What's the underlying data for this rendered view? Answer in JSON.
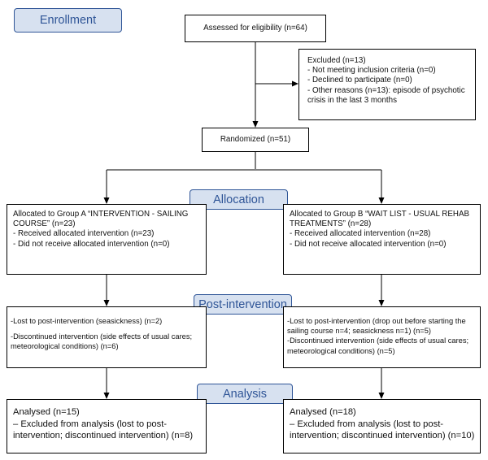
{
  "stages": {
    "enrollment": "Enrollment",
    "allocation": "Allocation",
    "post_intervention": "Post-intervention",
    "analysis": "Analysis"
  },
  "assessed": "Assessed for eligibility (n=64)",
  "excluded": {
    "title": "Excluded  (n=13)",
    "lines": [
      "- Not meeting inclusion criteria (n=0)",
      "- Declined to participate (n=0)",
      "- Other reasons (n=13): episode of psychotic",
      "crisis in the last 3 months"
    ]
  },
  "randomized": "Randomized (n=51)",
  "group_a": {
    "allocation": [
      "Allocated to Group A “INTERVENTION - SAILING",
      "COURSE” (n=23)",
      "- Received allocated intervention (n=23)",
      "- Did not receive allocated intervention (n=0)"
    ],
    "post": {
      "lost": "-Lost to post-intervention (seasickness) (n=2)",
      "discontinued": [
        "-Discontinued intervention (side effects of usual cares;",
        "meteorological conditions) (n=6)"
      ]
    },
    "analysis": [
      "Analysed  (n=15)",
      "– Excluded from analysis (lost to post-",
      "intervention; discontinued intervention) (n=8)"
    ]
  },
  "group_b": {
    "allocation": [
      "Allocated to Group B “WAIT LIST - USUAL REHAB",
      "TREATMENTS” (n=28)",
      "- Received allocated intervention (n=28)",
      "- Did not receive allocated intervention (n=0)"
    ],
    "post": [
      "-Lost to post-intervention  (drop out before starting the",
      "sailing course n=4; seasickness n=1) (n=5)",
      "-Discontinued intervention (side effects of usual cares;",
      "meteorological conditions) (n=5)"
    ],
    "analysis": [
      "Analysed  (n=18)",
      "– Excluded from analysis (lost to post-",
      "intervention; discontinued intervention) (n=10)"
    ]
  },
  "colors": {
    "stage_fill": "#d7e1f0",
    "stage_text": "#2f5597",
    "line": "#000000"
  }
}
